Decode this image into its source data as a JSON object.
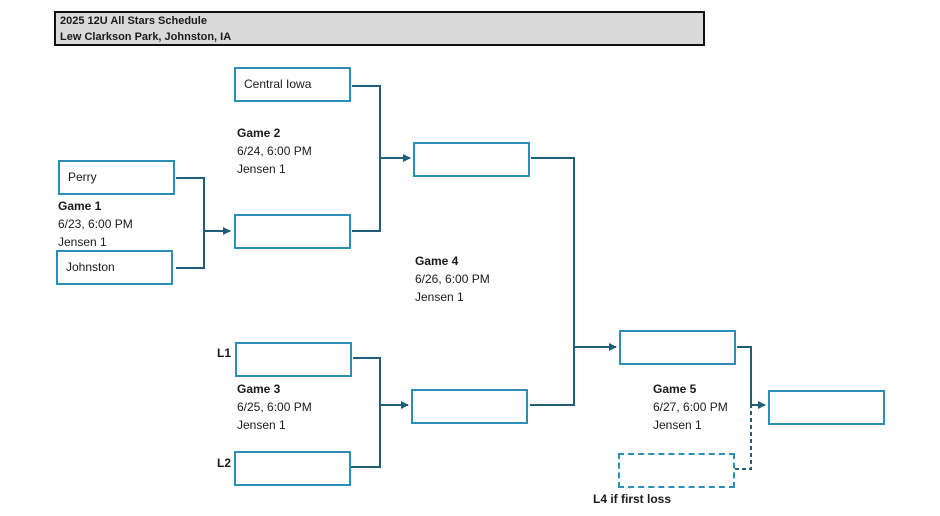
{
  "header": {
    "title": "2025 12U All Stars Schedule",
    "location": "Lew Clarkson Park, Johnston, IA"
  },
  "teams": {
    "central_iowa": "Central Iowa",
    "perry": "Perry",
    "johnston": "Johnston"
  },
  "labels": {
    "l1": "L1",
    "l2": "L2",
    "l4": "L4 if first loss"
  },
  "games": {
    "game1": {
      "name": "Game 1",
      "datetime": "6/23, 6:00 PM",
      "field": "Jensen 1"
    },
    "game2": {
      "name": "Game 2",
      "datetime": "6/24, 6:00 PM",
      "field": "Jensen 1"
    },
    "game3": {
      "name": "Game 3",
      "datetime": "6/25, 6:00 PM",
      "field": "Jensen 1"
    },
    "game4": {
      "name": "Game 4",
      "datetime": "6/26, 6:00 PM",
      "field": "Jensen 1"
    },
    "game5": {
      "name": "Game 5",
      "datetime": "6/27, 6:00 PM",
      "field": "Jensen 1"
    }
  },
  "colors": {
    "box_border": "#2a8fb6",
    "line": "#1f5f7a",
    "header_bg": "#d9d9d9"
  }
}
